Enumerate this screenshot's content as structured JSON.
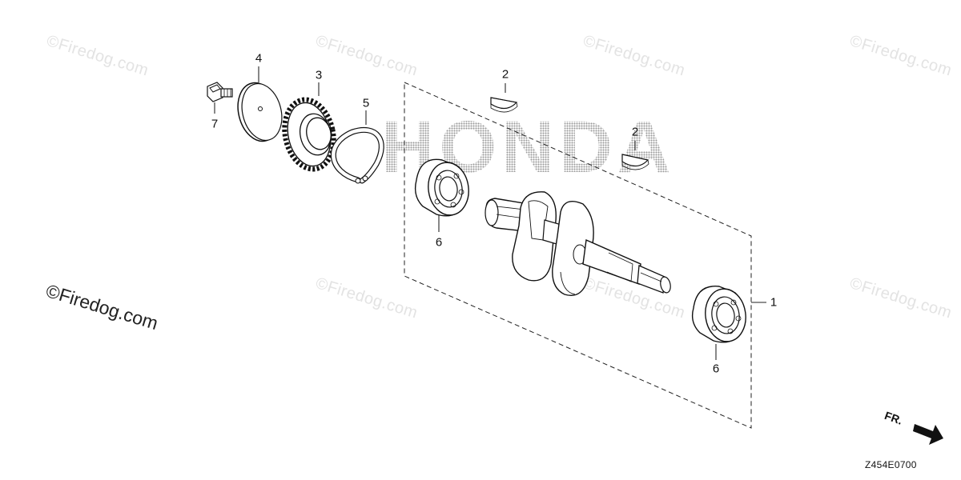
{
  "diagram": {
    "brand_watermark": "HONDA",
    "watermark_text": "©Firedog.com",
    "main_watermark": "©Firedog.com",
    "diagram_code": "Z454E0700",
    "direction_label": "FR.",
    "callouts": {
      "c1": "1",
      "c2a": "2",
      "c2b": "2",
      "c3": "3",
      "c4": "4",
      "c5": "5",
      "c6a": "6",
      "c6b": "6",
      "c7": "7"
    }
  }
}
